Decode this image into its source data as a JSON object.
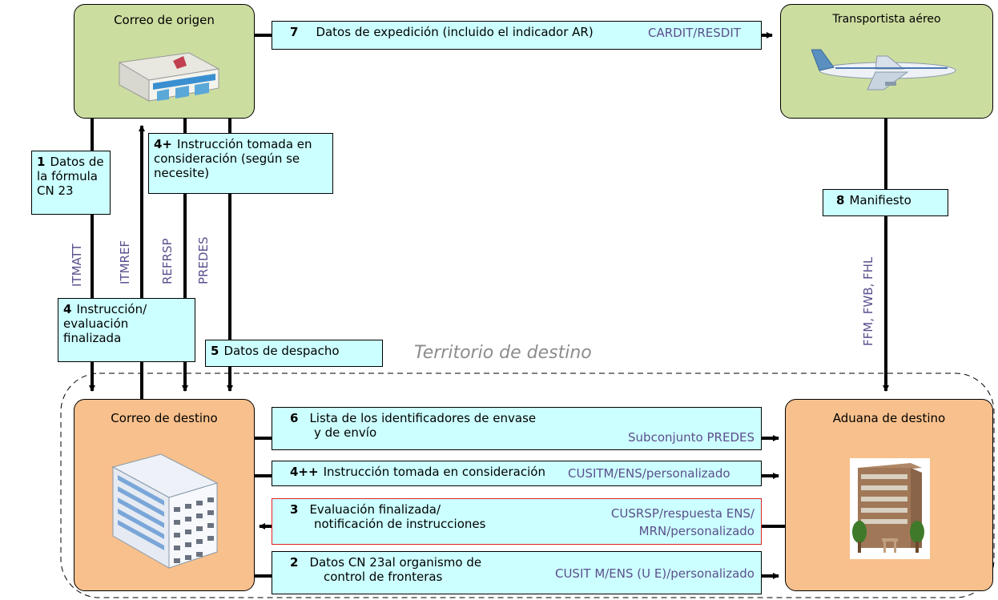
{
  "nodes": {
    "origin": "Correo de origen",
    "carrier": "Transportista aéreo",
    "dest_post": "Correo de destino",
    "dest_customs": "Aduana de destino"
  },
  "territory_label": "Territorio de destino",
  "steps": {
    "s1": {
      "num": "1",
      "text": "Datos de la fórmula CN 23"
    },
    "s4p": {
      "num": "4+",
      "text": "Instrucción tomada en consideración (según se necesite)"
    },
    "s4": {
      "num": "4",
      "text": "Instrucción/ evaluación finalizada"
    },
    "s5": {
      "num": "5",
      "text": "Datos de despacho"
    },
    "s7": {
      "num": "7",
      "text": "Datos de expedición (incluido el indicador AR)",
      "code": "CARDIT/RESDIT"
    },
    "s8": {
      "num": "8",
      "text": "Manifiesto"
    },
    "s6": {
      "num": "6",
      "text_l1": "Lista de los identificadores de envase",
      "text_l2": "y de envío",
      "code": "Subconjunto PREDES"
    },
    "s4pp": {
      "num": "4++",
      "text": "Instrucción tomada en consideración",
      "code": "CUSITM/ENS/personalizado"
    },
    "s3": {
      "num": "3",
      "text_l1": "Evaluación finalizada/",
      "text_l2": "notificación de instrucciones",
      "code_l1": "CUSRSP/respuesta ENS/",
      "code_l2": "MRN/personalizado"
    },
    "s2": {
      "num": "2",
      "text_l1": "Datos CN 23al organismo de",
      "text_l2": "control de fronteras",
      "code": "CUSIT M/ENS (U E)/personalizado"
    }
  },
  "vertical_codes": {
    "itmatt": "ITMATT",
    "itmref": "ITMREF",
    "refrsp": "REFRSP",
    "predes": "PREDES",
    "ffm": "FFM, FWB, FHL"
  },
  "colors": {
    "green_node": "#ccdda0",
    "orange_node": "#f8c08c",
    "step_box": "#ccffff",
    "code_text": "#5b4f8c",
    "alert_border": "#e02020"
  }
}
